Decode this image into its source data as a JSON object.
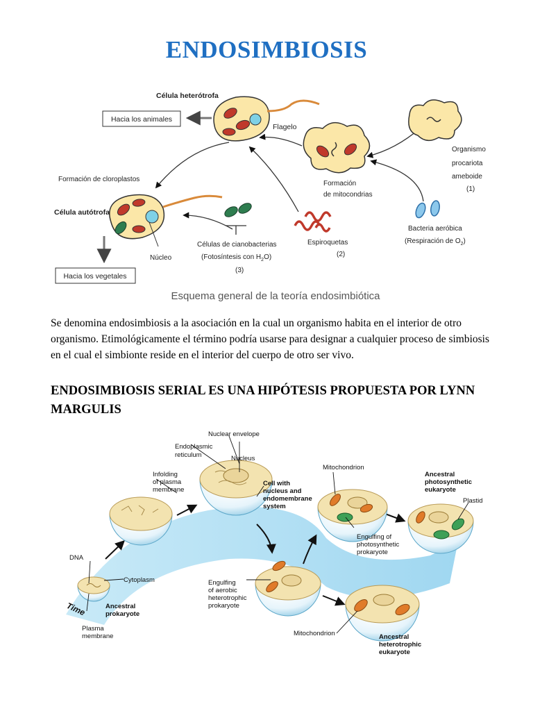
{
  "title": "ENDOSIMBIOSIS",
  "diagram1": {
    "caption": "Esquema general de la teoría endosimbiótica",
    "labels": {
      "celula_heterotrofa": "Célula heterótrofa",
      "hacia_animales": "Hacia los animales",
      "flagelo": "Flagelo",
      "organismo_1": "Organismo",
      "organismo_2": "procariota",
      "organismo_3": "ameboide",
      "organismo_4": "(1)",
      "formacion_cloroplastos": "Formación de cloroplastos",
      "formacion_mito_1": "Formación",
      "formacion_mito_2": "de mitocondrias",
      "celula_autotrofa": "Célula autótrofa",
      "bacteria_1": "Bacteria aeróbica",
      "bacteria_2": "(Respiración de O",
      "bacteria_sub": "2",
      "bacteria_close": ")",
      "nucleo": "Núcleo",
      "ciano_1": "Células de cianobacterias",
      "ciano_2": "(Fotosíntesis con H",
      "ciano_sub": "2",
      "ciano_close": "O)",
      "ciano_3": "(3)",
      "espiro_1": "Espiroquetas",
      "espiro_2": "(2)",
      "hacia_vegetales": "Hacia los vegetales"
    }
  },
  "paragraph": "Se denomina endosimbiosis a la asociación en la cual un organismo habita en el interior de otro organismo. Etimológicamente el término podría usarse para designar a cualquier proceso de simbiosis en el cual el simbionte reside en el interior del cuerpo de otro ser vivo.",
  "subheading": "ENDOSIMBIOSIS SERIAL ES UNA HIPÓTESIS PROPUESTA POR LYNN MARGULIS",
  "diagram2": {
    "labels": {
      "nuclear_envelope": "Nuclear envelope",
      "er_1": "Endoplasmic",
      "er_2": "reticulum",
      "nucleus": "Nucleus",
      "infold_1": "Infolding",
      "infold_2": "of plasma",
      "infold_3": "membrane",
      "cellwith_1": "Cell with",
      "cellwith_2": "nucleus and",
      "cellwith_3": "endomembrane",
      "cellwith_4": "system",
      "mitochondrion_top": "Mitochondrion",
      "anc_photo_1": "Ancestral",
      "anc_photo_2": "photosynthetic",
      "anc_photo_3": "eukaryote",
      "plastid": "Plastid",
      "dna": "DNA",
      "cytoplasm": "Cytoplasm",
      "engulf_photo_1": "Engulfing of",
      "engulf_photo_2": "photosynthetic",
      "engulf_photo_3": "prokaryote",
      "engulf_aer_1": "Engulfing",
      "engulf_aer_2": "of aerobic",
      "engulf_aer_3": "heterotrophic",
      "engulf_aer_4": "prokaryote",
      "time": "Time",
      "anc_prok_1": "Ancestral",
      "anc_prok_2": "prokaryote",
      "plasma_1": "Plasma",
      "plasma_2": "membrane",
      "mitochondrion_bottom": "Mitochondrion",
      "anc_het_1": "Ancestral",
      "anc_het_2": "heterotrophic",
      "anc_het_3": "eukaryote"
    }
  }
}
